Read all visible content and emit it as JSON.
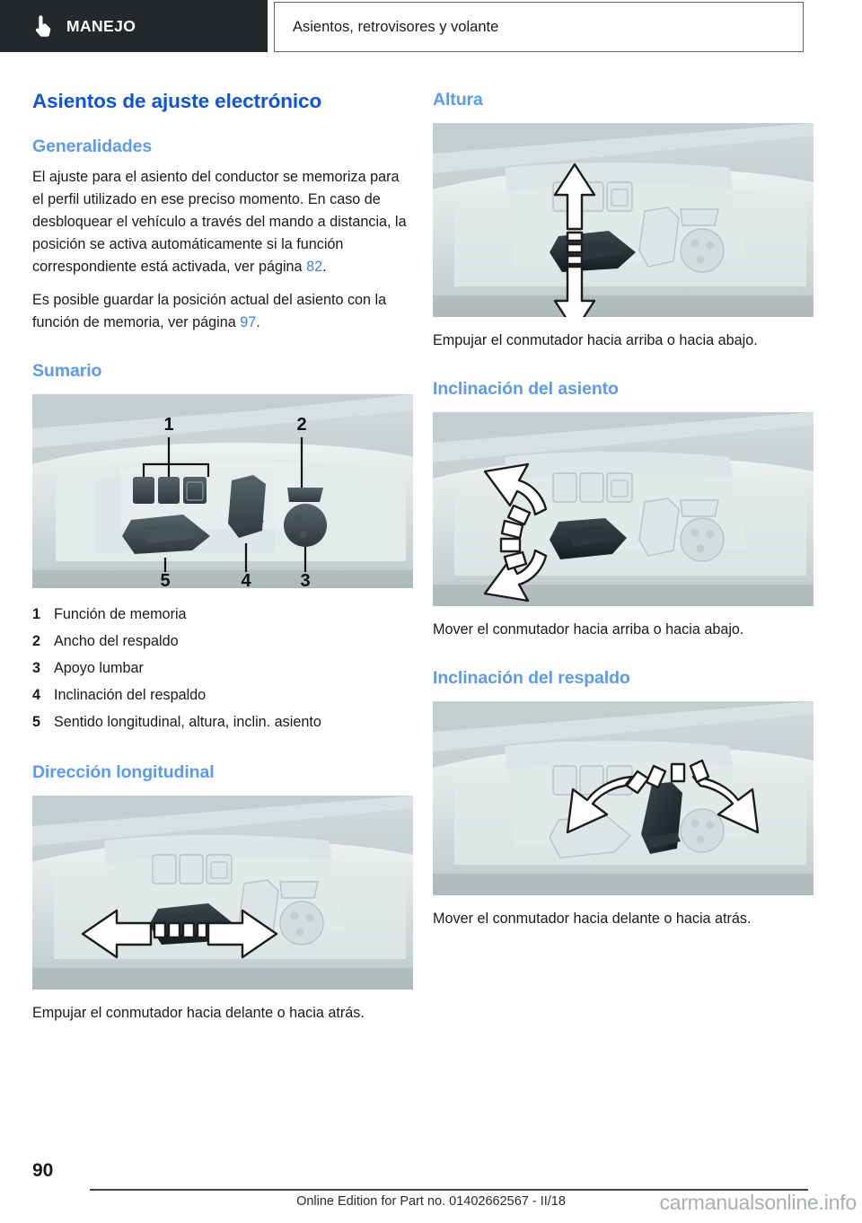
{
  "header": {
    "tab_icon": "pointing-hand-icon",
    "tab_label": "MANEJO",
    "breadcrumb": "Asientos, retrovisores y volante"
  },
  "colors": {
    "title_blue": "#0d52e6",
    "subhead_blue": "#5b9bef",
    "page_ref_blue": "#3d7fe8",
    "header_dark": "#23282a",
    "illustration_bg": "#c2ced0",
    "watermark_gray": "#a9aeb0"
  },
  "left_column": {
    "title": "Asientos de ajuste electrónico",
    "generalidades": {
      "heading": "Generalidades",
      "paragraph_1_pre": "El ajuste para el asiento del conductor se memoriza para el perfil utilizado en ese preciso momento. En caso de desbloquear el vehículo a través del mando a distancia, la posición se activa automáticamente si la función correspondiente está activada, ver página ",
      "paragraph_1_ref": "82",
      "paragraph_1_post": ".",
      "paragraph_2_pre": "Es posible guardar la posición actual del asiento con la función de memoria, ver página ",
      "paragraph_2_ref": "97",
      "paragraph_2_post": "."
    },
    "sumario": {
      "heading": "Sumario",
      "figure_alt": "Panel de mandos del asiento con llamadas numeradas 1 a 5",
      "figure_callouts": [
        "1",
        "2",
        "3",
        "4",
        "5"
      ],
      "items": [
        {
          "num": "1",
          "label": "Función de memoria"
        },
        {
          "num": "2",
          "label": "Ancho del respaldo"
        },
        {
          "num": "3",
          "label": "Apoyo lumbar"
        },
        {
          "num": "4",
          "label": "Inclinación del respaldo"
        },
        {
          "num": "5",
          "label": "Sentido longitudinal, altura, inclin. asiento"
        }
      ]
    },
    "direccion_longitudinal": {
      "heading": "Dirección longitudinal",
      "figure_alt": "Conmutador del asiento con flecha doble horizontal",
      "caption": "Empujar el conmutador hacia delante o hacia atrás."
    }
  },
  "right_column": {
    "altura": {
      "heading": "Altura",
      "figure_alt": "Conmutador del asiento con flecha doble vertical",
      "caption": "Empujar el conmutador hacia arriba o hacia abajo."
    },
    "inclinacion_asiento": {
      "heading": "Inclinación del asiento",
      "figure_alt": "Conmutador del asiento con flecha curva vertical",
      "caption": "Mover el conmutador hacia arriba o hacia abajo."
    },
    "inclinacion_respaldo": {
      "heading": "Inclinación del respaldo",
      "figure_alt": "Conmutador del respaldo con flecha curva horizontal",
      "caption": "Mover el conmutador hacia delante o hacia atrás."
    }
  },
  "footer": {
    "page_number": "90",
    "edition_note": "Online Edition for Part no. 01402662567 - II/18",
    "watermark": "carmanualsonline.info"
  }
}
